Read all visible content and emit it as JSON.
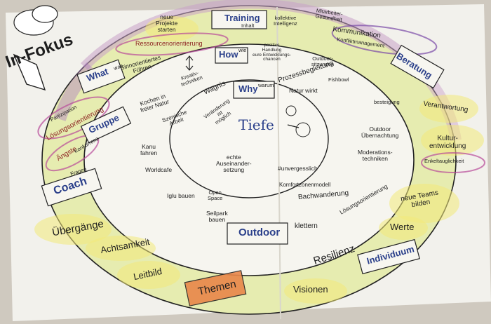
{
  "logo": {
    "text": "In-Fokus"
  },
  "rings": {
    "outer": [
      {
        "id": "neue-projekte",
        "text": "neue\nProjekte\nstarten"
      },
      {
        "id": "training",
        "text": "Training",
        "sub": "Inhalt"
      },
      {
        "id": "kollektive-intelligenz",
        "text": "kollektive\nIntelligenz"
      },
      {
        "id": "mitarbeiter-gesundheit",
        "text": "Mitarbeiter-\nGesundheit"
      },
      {
        "id": "kommunikation",
        "text": "Kommunikation"
      },
      {
        "id": "konfliktmanagement",
        "text": "Konfliktmanagement"
      },
      {
        "id": "ressourcenorientierung",
        "text": "Ressourcenorientierung"
      },
      {
        "id": "how",
        "text": "How",
        "sub": "wie"
      },
      {
        "id": "beratung",
        "text": "Beratung"
      },
      {
        "id": "what",
        "text": "What",
        "sub": "was"
      },
      {
        "id": "partizipation",
        "text": "Partizipation"
      },
      {
        "id": "loesungsorientierung",
        "text": "Lösungsorientierung"
      },
      {
        "id": "gruppe",
        "text": "Gruppe"
      },
      {
        "id": "angste",
        "text": "Ängste"
      },
      {
        "id": "konkurrenz",
        "text": "Konkurrenz"
      },
      {
        "id": "fragen",
        "text": "Fragen"
      },
      {
        "id": "coach",
        "text": "Coach"
      },
      {
        "id": "uebergaenge",
        "text": "Übergänge"
      },
      {
        "id": "achtsamkeit",
        "text": "Achtsamkeit"
      },
      {
        "id": "leitbild",
        "text": "Leitbild"
      },
      {
        "id": "themen",
        "text": "Themen"
      },
      {
        "id": "visionen",
        "text": "Visionen"
      },
      {
        "id": "resilienz",
        "text": "Resilienz"
      },
      {
        "id": "individuum",
        "text": "Individuum"
      },
      {
        "id": "werte",
        "text": "Werte"
      },
      {
        "id": "neue-teams",
        "text": "neue Teams\nbilden"
      },
      {
        "id": "enkeltauglichkeit",
        "text": "Enkeltauglichkeit"
      },
      {
        "id": "kulturentwicklung",
        "text": "Kultur-\nentwicklung"
      },
      {
        "id": "verantwortung",
        "text": "Verantwortung"
      }
    ],
    "middle": [
      {
        "id": "sinnorientiertes-fuehren",
        "text": "Sinnorientiertes\nFühren"
      },
      {
        "id": "kreativ-techniken",
        "text": "Kreativ-\ntechniken"
      },
      {
        "id": "wagnis",
        "text": "Wagnis"
      },
      {
        "id": "positive-handlung",
        "text": "positive\nHandlung\neure Entwicklungs-\nchancen"
      },
      {
        "id": "outdoor-sitzungen",
        "text": "Outdoor-\nsitzungen"
      },
      {
        "id": "prozessbegleitung",
        "text": "Prozessbegleitung"
      },
      {
        "id": "fishbowl",
        "text": "Fishbowl"
      },
      {
        "id": "natur-wirkt",
        "text": "Natur wirkt"
      },
      {
        "id": "bergbesteigung",
        "text": "besteigung"
      },
      {
        "id": "outdoor-uebernachtung",
        "text": "Outdoor\nÜbernachtung"
      },
      {
        "id": "moderationstechniken",
        "text": "Moderations-\ntechniken"
      },
      {
        "id": "loesungsorientierung-2",
        "text": "Lösungsorientierung"
      },
      {
        "id": "klettern",
        "text": "klettern"
      },
      {
        "id": "outdoor",
        "text": "Outdoor"
      },
      {
        "id": "seilpark",
        "text": "Seilpark\nbauen"
      },
      {
        "id": "open-space",
        "text": "Open\nSpace"
      },
      {
        "id": "iglu-bauen",
        "text": "Iglu bauen"
      },
      {
        "id": "worldcafe",
        "text": "Worldcafe"
      },
      {
        "id": "kanu-fahren",
        "text": "Kanu\nfahren"
      },
      {
        "id": "szenische-arbeit",
        "text": "Szenische\nArbeit"
      },
      {
        "id": "kochen",
        "text": "Kochen in\nfreier Natur"
      },
      {
        "id": "bachwanderung",
        "text": "Bachwanderung"
      },
      {
        "id": "komfortzonenmodell",
        "text": "Komfortzonenmodell"
      }
    ],
    "inner": [
      {
        "id": "why",
        "text": "Why",
        "sub": "warum"
      },
      {
        "id": "veraenderung",
        "text": "Veränderung\nist\nmöglich"
      },
      {
        "id": "tiefe",
        "text": "Tiefe"
      },
      {
        "id": "echte-auseinandersetzung",
        "text": "echte\nAuseinander-\nsetzung"
      },
      {
        "id": "unvergesslich",
        "text": "#unvergesslich"
      }
    ]
  }
}
